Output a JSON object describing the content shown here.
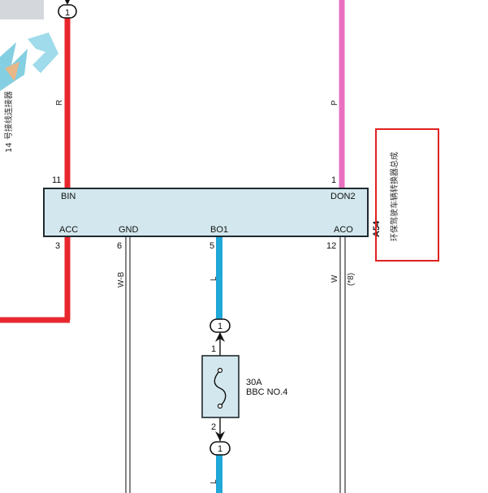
{
  "colors": {
    "red_wire": "#e8262d",
    "pink_wire": "#e870c0",
    "blue_wire": "#1fa8d8",
    "box_fill": "#d3e8ee",
    "box_stroke": "#1f2a30",
    "highlight_red": "#e02020",
    "watermark": "#5bbfd8"
  },
  "connectors": {
    "top_left": "1",
    "upper_fuse": "1",
    "lower_fuse": "1"
  },
  "wires": {
    "red_color_code": "R",
    "pink_color_code": "P",
    "gnd_color_code": "W-B",
    "blue_color_code": "L",
    "blue_lower_color_code": "L",
    "aco_color_code": "W",
    "aco_note": "(*8)"
  },
  "module": {
    "ref": "A54",
    "pins_top": [
      {
        "number": "11",
        "name": "BIN"
      },
      {
        "number": "1",
        "name": "DON2"
      }
    ],
    "pins_bottom": [
      {
        "number": "3",
        "name": "ACC"
      },
      {
        "number": "6",
        "name": "GND"
      },
      {
        "number": "5",
        "name": "BO1"
      },
      {
        "number": "12",
        "name": "ACO"
      }
    ]
  },
  "fuse": {
    "rating": "30A",
    "name": "BBC NO.4",
    "pin_top": "1",
    "pin_bottom": "2"
  },
  "annotations": {
    "left_label": "14 号接线连接器",
    "right_label": "环保驾驶车辆转换器总成"
  }
}
